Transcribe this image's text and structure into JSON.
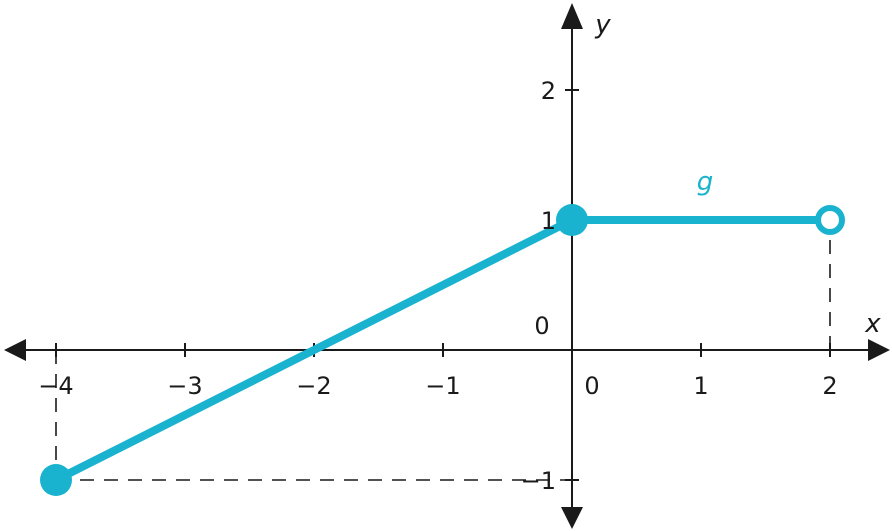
{
  "chart_data": {
    "type": "line",
    "xlim": [
      -4.2,
      2.45
    ],
    "ylim": [
      -1.4,
      2.55
    ],
    "grid": false,
    "x_ticks": [
      {
        "value": -4,
        "label": "−4"
      },
      {
        "value": -3,
        "label": "−3"
      },
      {
        "value": -2,
        "label": "−2"
      },
      {
        "value": -1,
        "label": "−1"
      },
      {
        "value": 1,
        "label": "1"
      },
      {
        "value": 2,
        "label": "2"
      }
    ],
    "x_zero_label": "0",
    "y_ticks": [
      {
        "value": 2,
        "label": "2"
      },
      {
        "value": 1,
        "label": "1"
      },
      {
        "value": -1,
        "label": "−1"
      }
    ],
    "y_zero_label": "0",
    "xlabel": "x",
    "ylabel": "y",
    "series": [
      {
        "name": "g",
        "color": "#1ab3cf",
        "segments": [
          {
            "x": [
              -4,
              0
            ],
            "y": [
              -1,
              1
            ]
          },
          {
            "x": [
              0,
              2
            ],
            "y": [
              1,
              1
            ]
          }
        ],
        "closed_points": [
          {
            "x": -4,
            "y": -1
          },
          {
            "x": 0,
            "y": 1
          }
        ],
        "open_points": [
          {
            "x": 2,
            "y": 1
          }
        ]
      }
    ],
    "guides": [
      {
        "from": {
          "x": -4,
          "y": 0
        },
        "to": {
          "x": -4,
          "y": -1
        }
      },
      {
        "from": {
          "x": -4,
          "y": -1
        },
        "to": {
          "x": 0,
          "y": -1
        }
      },
      {
        "from": {
          "x": 2,
          "y": 0
        },
        "to": {
          "x": 2,
          "y": 1
        }
      }
    ]
  }
}
